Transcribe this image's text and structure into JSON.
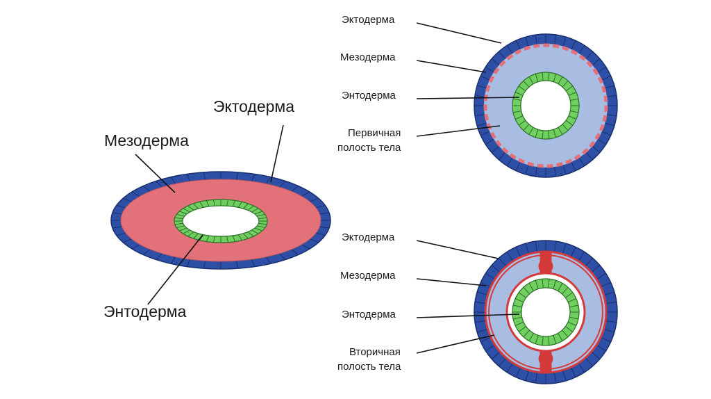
{
  "colors": {
    "ectoderm": "#2d4fa6",
    "ectoderm_edge": "#1a2f6e",
    "mesoderm": "#e2717a",
    "mesoderm_line": "#d43a3a",
    "endoderm": "#6fcf5f",
    "endoderm_edge": "#2e6e2a",
    "cavity": "#a9bde3"
  },
  "left": {
    "ectoderm": "Эктодерма",
    "mesoderm": "Мезодерма",
    "endoderm": "Энтодерма"
  },
  "top_right": {
    "ectoderm": "Эктодерма",
    "mesoderm": "Мезодерма",
    "endoderm": "Энтодерма",
    "cavity_line1": "Первичная",
    "cavity_line2": "полость тела"
  },
  "bottom_right": {
    "ectoderm": "Эктодерма",
    "mesoderm": "Мезодерма",
    "endoderm": "Энтодерма",
    "cavity_line1": "Вторичная",
    "cavity_line2": "полость тела"
  }
}
